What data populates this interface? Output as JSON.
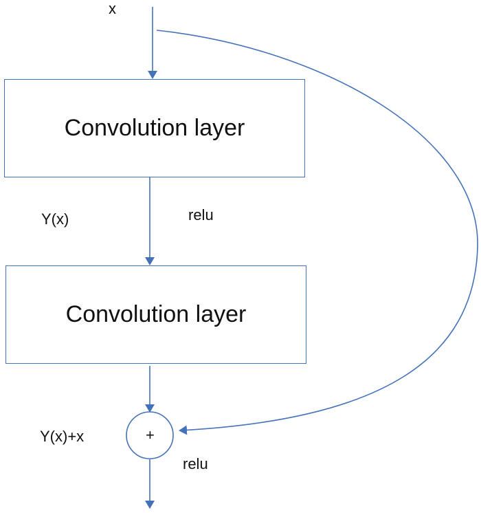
{
  "colors": {
    "line": "#4472b8",
    "text": "#111111",
    "background": "#ffffff"
  },
  "labels": {
    "input": "x",
    "conv1_output": "Y(x)",
    "activation1": "relu",
    "sum_output": "Y(x)+x",
    "activation2": "relu",
    "sum_operator": "+"
  },
  "blocks": [
    {
      "label": "Convolution layer"
    },
    {
      "label": "Convolution layer"
    }
  ]
}
